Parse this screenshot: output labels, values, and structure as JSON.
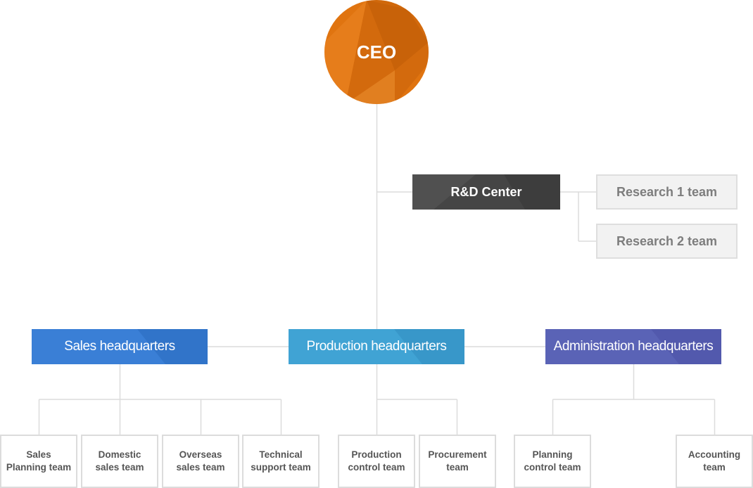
{
  "ceo": {
    "label": "CEO"
  },
  "rd_center": {
    "label": "R&D Center",
    "teams": [
      "Research 1 team",
      "Research 2 team"
    ]
  },
  "headquarters": [
    {
      "label": "Sales headquarters",
      "teams": [
        "Sales\nPlanning team",
        "Domestic\nsales team",
        "Overseas\nsales team",
        "Technical\nsupport team"
      ]
    },
    {
      "label": "Production headquarters",
      "teams": [
        "Production\ncontrol team",
        "Procurement\nteam"
      ]
    },
    {
      "label": "Administration headquarters",
      "teams": [
        "Planning\ncontrol team",
        "Accounting\nteam"
      ]
    }
  ],
  "colors": {
    "ceo": "#e07410",
    "rd_center": "#454545",
    "sales": "#3a7fd6",
    "production": "#40a3d4",
    "administration": "#5a63b6",
    "connector": "#dcdcdc"
  }
}
